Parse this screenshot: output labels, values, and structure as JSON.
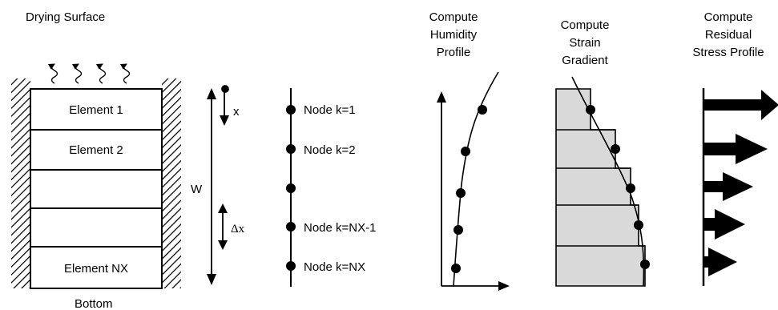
{
  "slab": {
    "top_label": "Drying Surface",
    "bottom_label": "Bottom",
    "elements": [
      "Element 1",
      "Element 2",
      "",
      "",
      "Element NX"
    ]
  },
  "dimensions": {
    "width_label": "W",
    "x_label": "x",
    "dx_label": "Δx"
  },
  "nodes": {
    "labels": [
      "Node k=1",
      "Node k=2",
      "",
      "Node k=NX-1",
      "Node k=NX"
    ]
  },
  "panels": {
    "humidity": [
      "Compute",
      "Humidity",
      "Profile"
    ],
    "strain": [
      "Compute",
      "Strain",
      "Gradient"
    ],
    "stress": [
      "Compute",
      "Residual",
      "Stress Profile"
    ]
  },
  "colors": {
    "ink": "#000000",
    "shade": "#d9d9d9",
    "background": "#ffffff"
  }
}
